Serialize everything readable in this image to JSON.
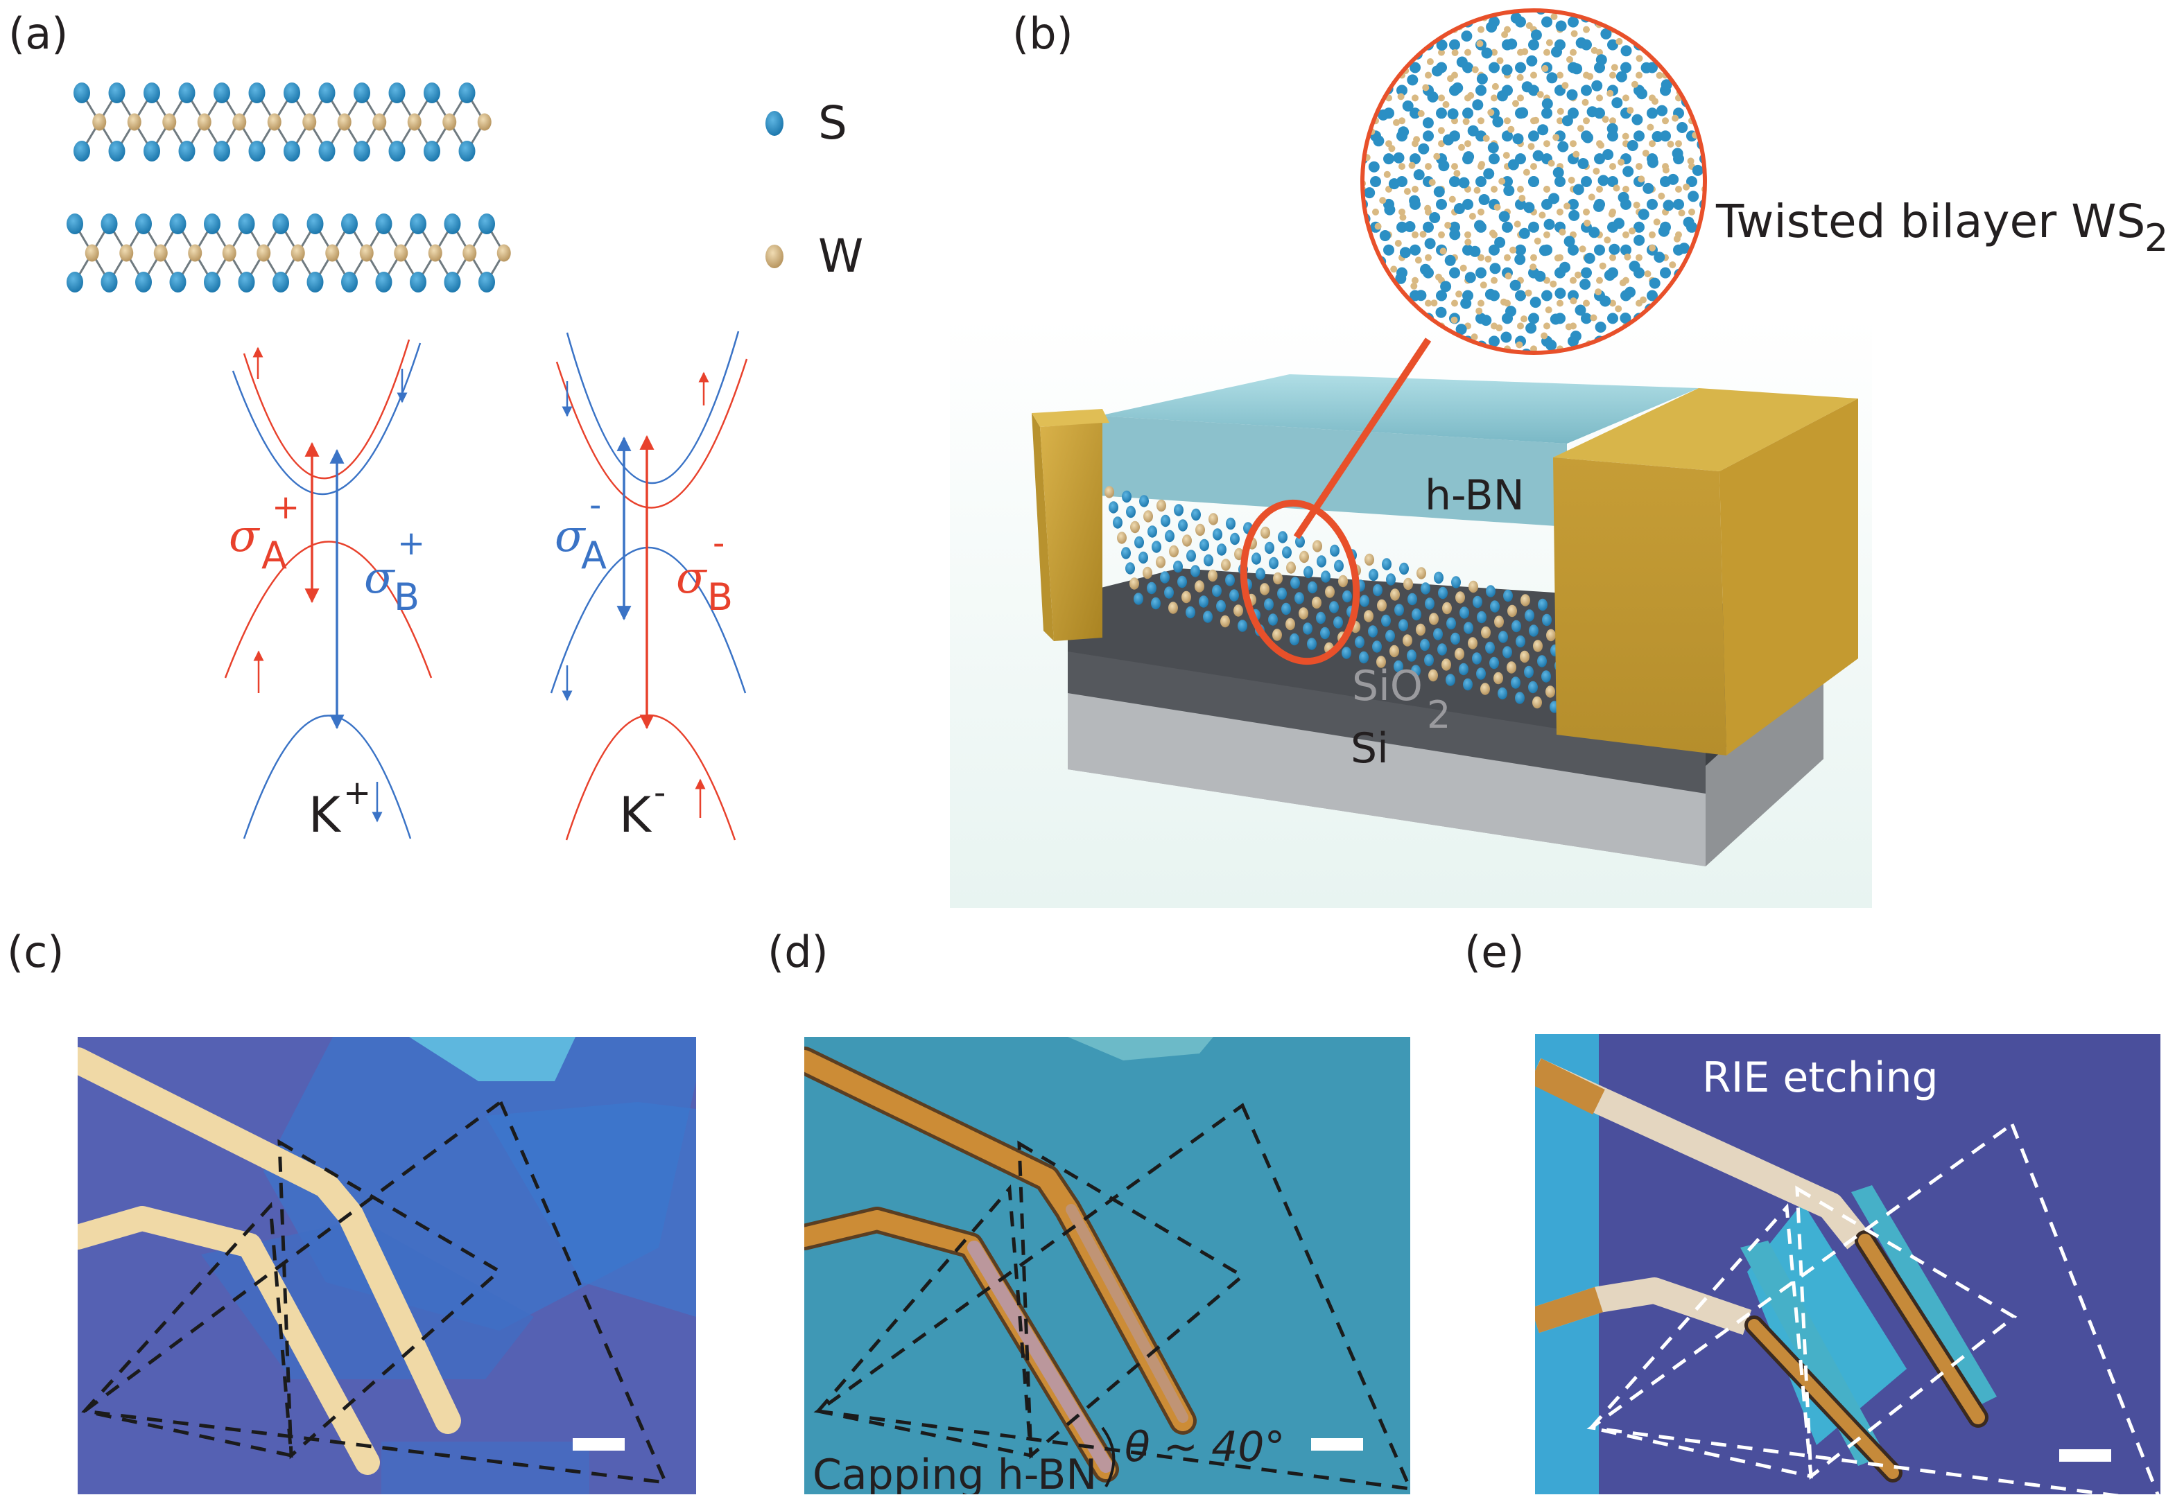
{
  "figure": {
    "panels": {
      "a": {
        "label": "(a)",
        "legend": [
          {
            "symbol": "S",
            "color": "#2b8fc4",
            "label": "S"
          },
          {
            "symbol": "W",
            "color": "#d9b982",
            "label": "W"
          }
        ],
        "valleys": [
          {
            "name": "K+",
            "label": "K",
            "label_sup": "+",
            "transitions": [
              {
                "symbol": "σ",
                "sub": "A",
                "sup": "+",
                "color": "#e8412c"
              },
              {
                "symbol": "σ",
                "sub": "B",
                "sup": "+",
                "color": "#3a73c6"
              }
            ],
            "spins": [
              "up",
              "down",
              "up",
              "down"
            ]
          },
          {
            "name": "K-",
            "label": "K",
            "label_sup": "-",
            "transitions": [
              {
                "symbol": "σ",
                "sub": "A",
                "sup": "-",
                "color": "#3a73c6"
              },
              {
                "symbol": "σ",
                "sub": "B",
                "sup": "-",
                "color": "#e8412c"
              }
            ],
            "spins": [
              "down",
              "up",
              "down",
              "up"
            ]
          }
        ]
      },
      "b": {
        "label": "(b)",
        "callout": "Twisted bilayer WS",
        "callout_sub": "2",
        "layers": {
          "hbn": "h-BN",
          "sio2": "SiO",
          "sio2_sub": "2",
          "si": "Si"
        },
        "colors": {
          "gold": "#c9a23a",
          "hbn": "#8fc9d4",
          "sio2": "#4a4d52",
          "si": "#a9acaf",
          "callout": "#e8502a"
        }
      },
      "c": {
        "label": "(c)",
        "background": "#4a62b8"
      },
      "d": {
        "label": "(d)",
        "angle_annotation": "θ ~ 40°",
        "angle_value_deg": 40,
        "caption": "Capping h-BN",
        "background": "#3f98b5"
      },
      "e": {
        "label": "(e)",
        "caption": "RIE etching",
        "background": "#4a4f9c"
      }
    }
  }
}
